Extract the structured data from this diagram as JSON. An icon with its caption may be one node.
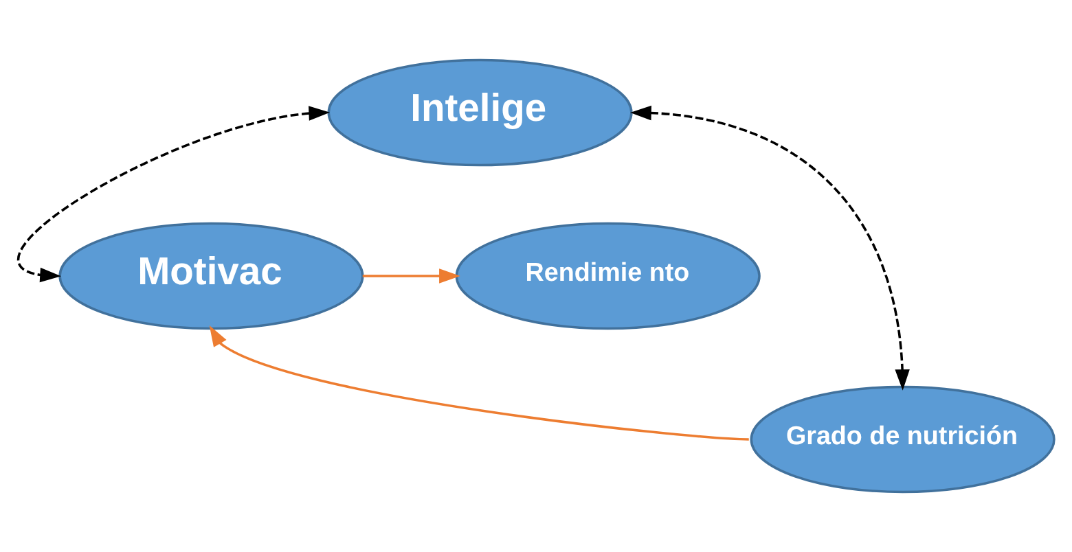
{
  "diagram": {
    "nodes": [
      {
        "text": [
          "Intelige"
        ]
      },
      {
        "text": [
          "Motivac"
        ]
      },
      {
        "text": [
          "Rendimie nto"
        ]
      },
      {
        "text": [
          "Grado de nutrición"
        ]
      }
    ],
    "edges": [
      {
        "from": 0,
        "to": 1,
        "arrow": "both",
        "style": "dashed",
        "color": "#000000"
      },
      {
        "from": 0,
        "to": 3,
        "arrow": "both",
        "style": "dashed",
        "color": "#000000"
      },
      {
        "from": 1,
        "to": 2,
        "arrow": "to",
        "color": "#ed7d31"
      },
      {
        "from": 3,
        "to": 1,
        "arrow": "to",
        "color": "#ed7d31"
      }
    ]
  }
}
